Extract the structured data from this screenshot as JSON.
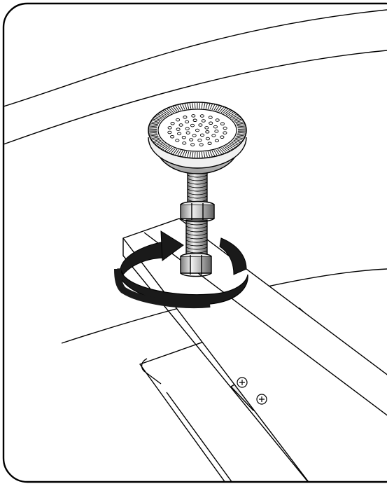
{
  "figure": {
    "icon": "showerhead-height-adjust-icon",
    "colors": {
      "stroke": "#000000",
      "background": "#ffffff",
      "metal_light": "#e6e6e6",
      "metal_mid": "#b5b5b5",
      "metal_dark": "#6d6d6d",
      "arrow": "#1a1a1a"
    },
    "parts": [
      "frame",
      "tub-rim",
      "support-bar",
      "mounting-plate",
      "screw",
      "threaded-rod",
      "hex-nut",
      "showerhead-foot",
      "rotation-arrow"
    ]
  }
}
